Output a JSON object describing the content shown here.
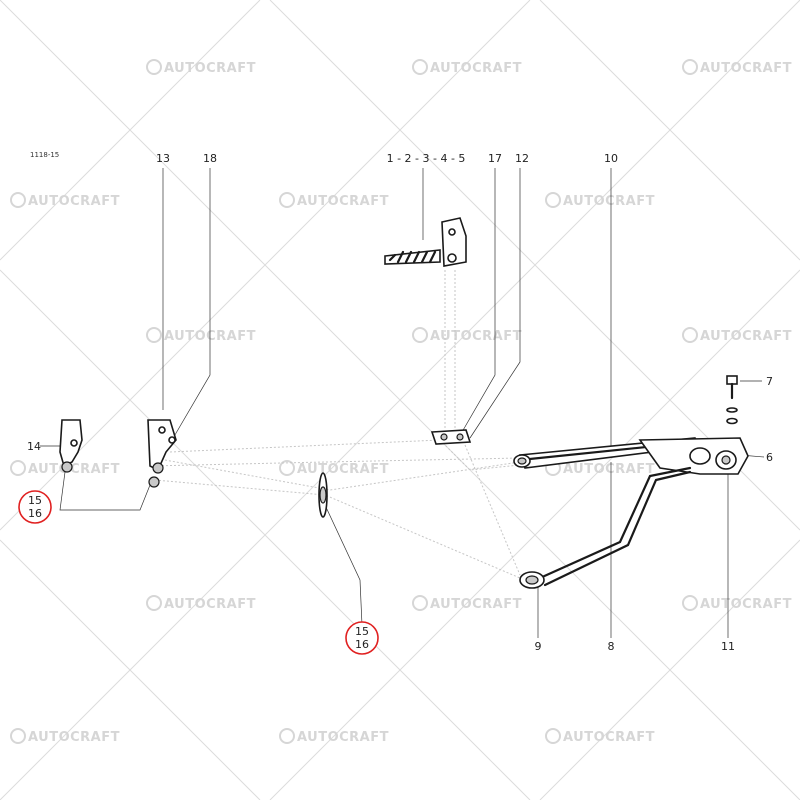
{
  "diagram": {
    "figure_code": "1118-15",
    "watermark": "AUTOCRAFT",
    "part_labels": {
      "p13": "13",
      "p18": "18",
      "p1_5": "1 - 2 - 3 - 4 - 5",
      "p17": "17",
      "p12": "12",
      "p10": "10",
      "p7": "7",
      "p6": "6",
      "p14": "14",
      "p9": "9",
      "p8": "8",
      "p11": "11"
    },
    "callouts": {
      "left": {
        "top": "15",
        "bottom": "16"
      },
      "center": {
        "top": "15",
        "bottom": "16"
      }
    },
    "highlight_color": "#e02020"
  }
}
